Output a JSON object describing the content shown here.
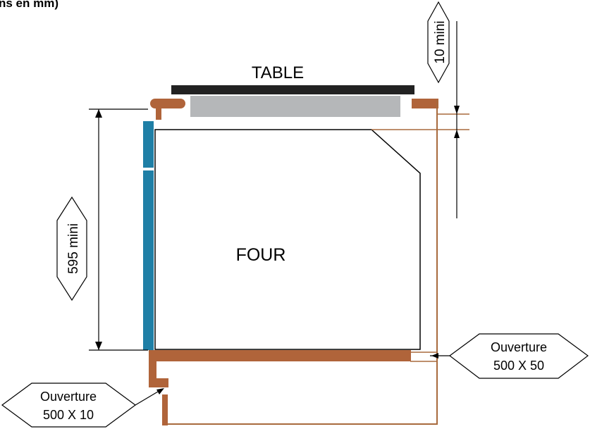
{
  "header": {
    "units_fragment": "ns en mm)"
  },
  "labels": {
    "table": "TABLE",
    "oven": "FOUR",
    "height_min": "595 mini",
    "gap_min": "10 mini",
    "opening_top_line1": "Ouverture",
    "opening_top_line2": "500 X 50",
    "opening_bottom_line1": "Ouverture",
    "opening_bottom_line2": "500 X 10"
  },
  "colors": {
    "wood": "#b0643a",
    "wood_line": "#a86a3d",
    "door": "#1f7fa6",
    "worktop": "#222222",
    "hob": "#b5b7b9",
    "line": "#000000"
  }
}
